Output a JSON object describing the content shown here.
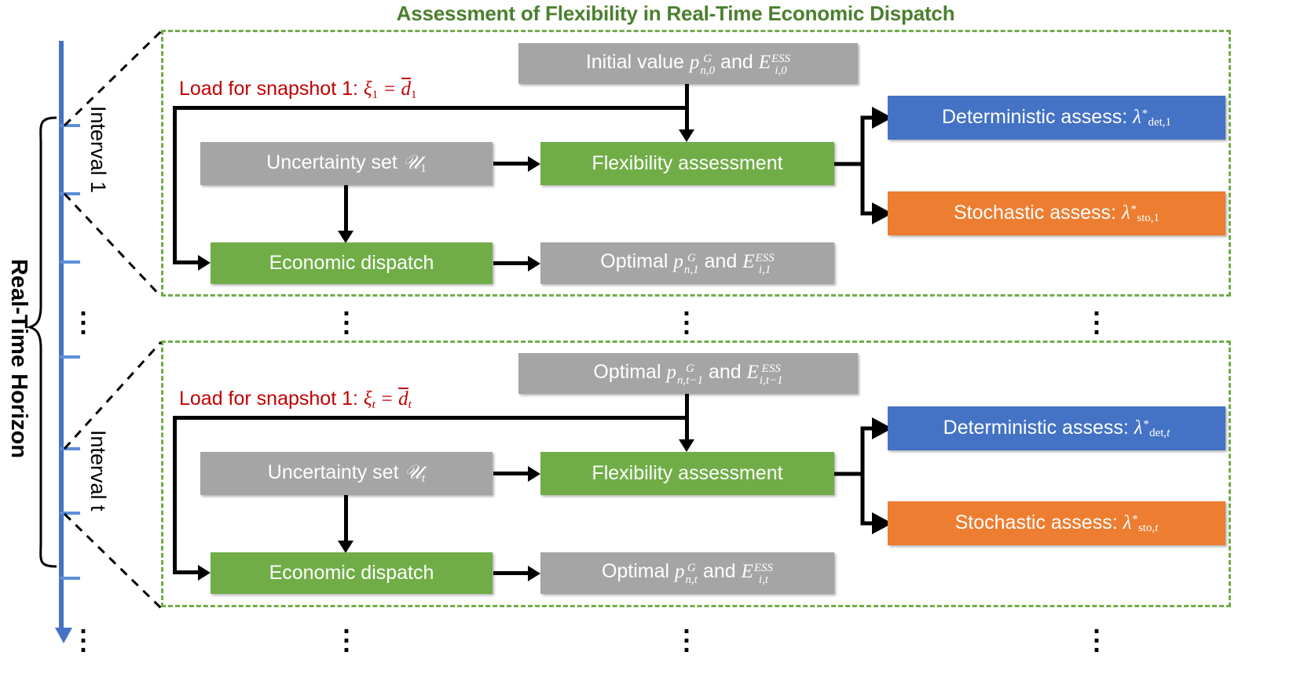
{
  "title": "Assessment of Flexibility in Real-Time Economic Dispatch",
  "colors": {
    "title_green": "#4C7F2E",
    "frame_green": "#70AD47",
    "gray": "#A5A5A5",
    "green": "#70AD47",
    "blue": "#4472C4",
    "orange": "#ED7D31",
    "red_text": "#C00000",
    "timeline_blue": "#4472C4"
  },
  "timeline": {
    "label": "Real-Time Horizon",
    "interval_1_label": "Interval 1",
    "interval_t_label": "Interval t",
    "ellipsis": "⋮"
  },
  "interval_1": {
    "load_label_prefix": "Load for snapshot 1: ",
    "load_label_math": "ξ₁ = d̄₁",
    "initial_value": "Initial value p_{n,0}^{G} and E_{i,0}^{ESS}",
    "uncertainty_set": "Uncertainty set 𝒰₁",
    "flexibility_assessment": "Flexibility assessment",
    "economic_dispatch": "Economic dispatch",
    "optimal": "Optimal p_{n,1}^{G} and E_{i,1}^{ESS}",
    "deterministic": "Deterministic assess: λ*_{det,1}",
    "stochastic": "Stochastic assess: λ*_{sto,1}"
  },
  "interval_t": {
    "load_label_prefix": "Load for snapshot 1: ",
    "load_label_math": "ξ_t = d̄_t",
    "initial_value": "Optimal p_{n,t-1}^{G} and E_{i,t-1}^{ESS}",
    "uncertainty_set": "Uncertainty set 𝒰_t",
    "flexibility_assessment": "Flexibility assessment",
    "economic_dispatch": "Economic dispatch",
    "optimal": "Optimal p_{n,t}^{G} and E_{i,t}^{ESS}",
    "deterministic": "Deterministic assess: λ*_{det,t}",
    "stochastic": "Stochastic assess: λ*_{sto,t}"
  },
  "labels": {
    "load_prefix": "Load for snapshot 1:",
    "initial_value_prefix": "Initial value",
    "optimal_prefix": "Optimal",
    "and": "and",
    "uncertainty_prefix": "Uncertainty set",
    "flex_assess": "Flexibility assessment",
    "econ_dispatch": "Economic dispatch",
    "det_prefix": "Deterministic assess:",
    "sto_prefix": "Stochastic assess:"
  }
}
